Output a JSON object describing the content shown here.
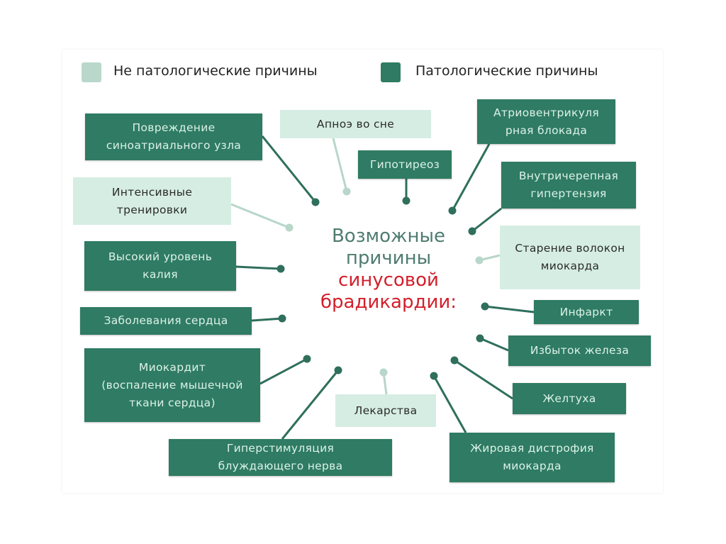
{
  "colors": {
    "pathological": "#2f7b63",
    "non_pathological": "#d6ede3",
    "accent_red": "#d31f2b"
  },
  "legend": {
    "non_pathological": "Не патологические причины",
    "pathological": "Патологические причины"
  },
  "center": {
    "line1": "Возможные",
    "line2": "причины",
    "line3": "синусовой",
    "line4": "брадикардии:"
  },
  "causes": [
    {
      "label": "Повреждение\nсиноатриального узла",
      "type": "pathological"
    },
    {
      "label": "Апноэ во сне",
      "type": "non_pathological"
    },
    {
      "label": "Гипотиреоз",
      "type": "pathological"
    },
    {
      "label": "Атриовентрикуля\nрная блокада",
      "type": "pathological"
    },
    {
      "label": "Внутричерепная\nгипертензия",
      "type": "pathological"
    },
    {
      "label": "Интенсивные\nтренировки",
      "type": "non_pathological"
    },
    {
      "label": "Старение волокон\nмиокарда",
      "type": "non_pathological"
    },
    {
      "label": "Высокий уровень\nкалия",
      "type": "pathological"
    },
    {
      "label": "Инфаркт",
      "type": "pathological"
    },
    {
      "label": "Заболевания сердца",
      "type": "pathological"
    },
    {
      "label": "Избыток железа",
      "type": "pathological"
    },
    {
      "label": "Миокардит\n(воспаление мышечной\nткани сердца)",
      "type": "pathological"
    },
    {
      "label": "Лекарства",
      "type": "non_pathological"
    },
    {
      "label": "Желтуха",
      "type": "pathological"
    },
    {
      "label": "Гиперстимуляция\nблуждающего нерва",
      "type": "pathological"
    },
    {
      "label": "Жировая дистрофия\nмиокарда",
      "type": "pathological"
    }
  ]
}
